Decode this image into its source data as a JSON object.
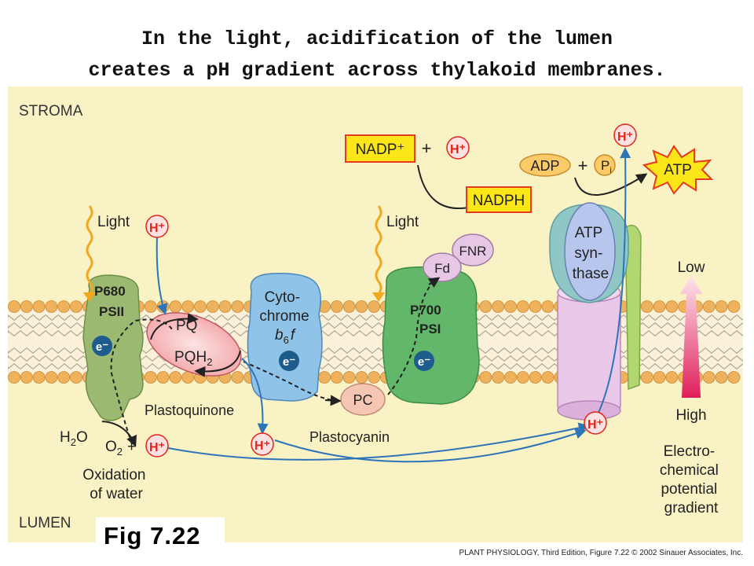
{
  "title": {
    "line1": "In the light, acidification of the lumen",
    "line2": "creates a pH gradient across thylakoid membranes."
  },
  "regions": {
    "stroma": "STROMA",
    "lumen": "LUMEN"
  },
  "light": [
    "Light",
    "Light"
  ],
  "proton": "H⁺",
  "electron": "e⁻",
  "psii": {
    "name": "P680",
    "label": "PSII"
  },
  "plastoquinone": {
    "pq": "PQ",
    "pqh2": "PQH",
    "pqh2_sub": "2",
    "caption": "Plastoquinone"
  },
  "cytochrome": {
    "line1": "Cyto-",
    "line2": "chrome",
    "line3_b": "b",
    "line3_sub": "6",
    "line3_f": "f"
  },
  "plastocyanin": {
    "pc": "PC",
    "caption": "Plastocyanin"
  },
  "psi": {
    "name": "P700",
    "label": "PSI"
  },
  "fd": "Fd",
  "fnr": "FNR",
  "nadp": {
    "reactant": "NADP⁺",
    "plus": "+",
    "product": "NADPH"
  },
  "atp_synthase": {
    "line1": "ATP",
    "line2": "syn-",
    "line3": "thase"
  },
  "atp": {
    "adp": "ADP",
    "plus": "+",
    "pi": "P",
    "pi_sub": "i",
    "product": "ATP"
  },
  "water": {
    "h2o": "H",
    "h2o_sub": "2",
    "h2o_o": "O",
    "o2": "O",
    "o2_sub": "2",
    "plus": "+",
    "caption1": "Oxidation",
    "caption2": "of water"
  },
  "gradient": {
    "low": "Low",
    "high": "High",
    "line1": "Electro-",
    "line2": "chemical",
    "line3": "potential",
    "line4": "gradient"
  },
  "figure_label": "Fig 7.22",
  "credit": "PLANT PHYSIOLOGY, Third Edition, Figure 7.22 © 2002 Sinauer Associates, Inc.",
  "colors": {
    "background": "#f8f2c4",
    "membrane_head": "#eeb25c",
    "psii": "#9cb971",
    "cytochrome": "#8fc4e8",
    "psi": "#62b76b",
    "atp_synthase": "#b3d4da",
    "proton_fill": "#fbe1e1",
    "proton_text": "#e2231a",
    "electron": "#1d5c8c",
    "arrow": "#2e74b8",
    "nadp_box": "#fbe619"
  }
}
